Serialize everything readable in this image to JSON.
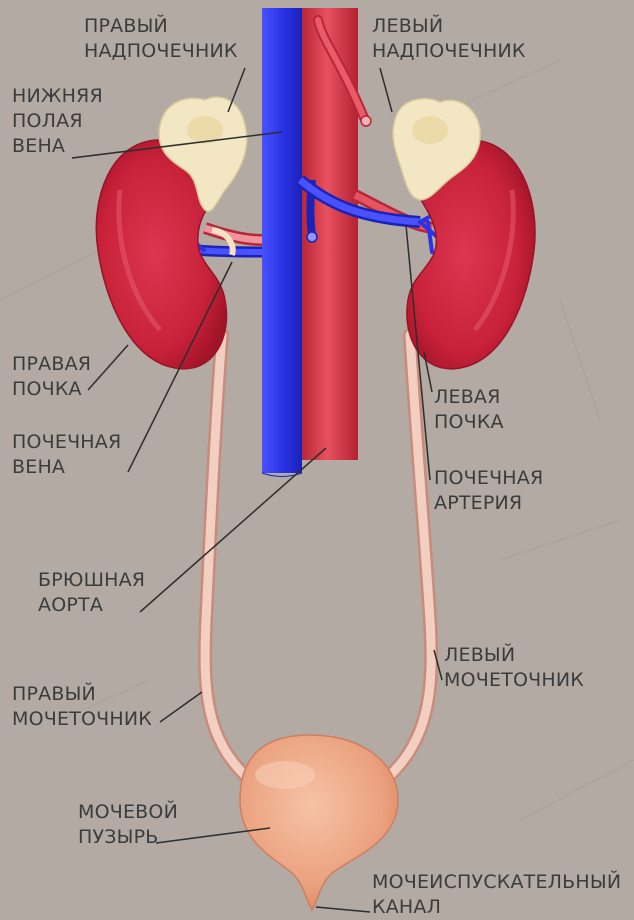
{
  "labels": {
    "right_adrenal": [
      "ПРАВЫЙ",
      "НАДПОЧЕЧНИК"
    ],
    "left_adrenal": [
      "ЛЕВЫЙ",
      "НАДПОЧЕЧНИК"
    ],
    "inferior_vena_cava": [
      "НИЖНЯЯ",
      "ПОЛАЯ",
      "ВЕНА"
    ],
    "right_kidney": [
      "ПРАВАЯ",
      "ПОЧКА"
    ],
    "left_kidney": [
      "ЛЕВАЯ",
      "ПОЧКА"
    ],
    "renal_vein": [
      "ПОЧЕЧНАЯ",
      "ВЕНА"
    ],
    "renal_artery": [
      "ПОЧЕЧНАЯ",
      "АРТЕРИЯ"
    ],
    "abdominal_aorta": [
      "БРЮШНАЯ",
      "АОРТА"
    ],
    "left_ureter": [
      "ЛЕВЫЙ",
      "МОЧЕТОЧНИК"
    ],
    "right_ureter": [
      "ПРАВЫЙ",
      "МОЧЕТОЧНИК"
    ],
    "bladder": [
      "МОЧЕВОЙ",
      "ПУЗЫРЬ"
    ],
    "urethra": [
      "МОЧЕИСПУСКАТЕЛЬНЫЙ",
      "КАНАЛ"
    ]
  },
  "colors": {
    "background": "#b2aaa3",
    "kidney": "#c8213a",
    "vein": "#2a33e6",
    "artery": "#d9394a",
    "adrenal": "#f3e6c2",
    "ureter": "#f0c7b8",
    "bladder": "#eba17f",
    "leader_line": "#2e2e2e",
    "label_text": "#3c3c3c"
  }
}
